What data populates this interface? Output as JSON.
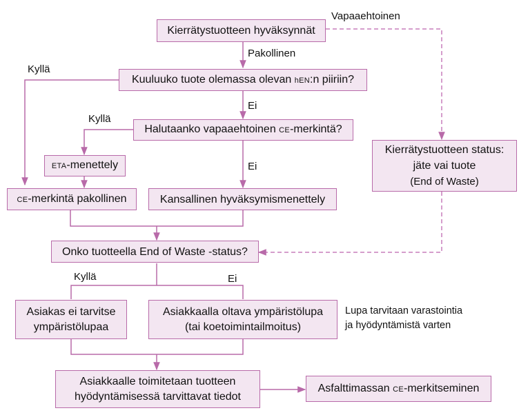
{
  "nodes": {
    "approvals": "Kierrätystuotteen hyväksynnät",
    "hen_q_pre": "Kuuluuko tuote olemassa olevan ",
    "hen_q_sc": "hEN",
    "hen_q_post": ":n piiriin?",
    "ce_q_pre": "Halutaanko vapaaehtoinen ",
    "ce_q_sc": "CE",
    "ce_q_post": "-merkintä?",
    "eta_sc": "ETA",
    "eta_post": "-menettely",
    "ce_req_sc": "CE",
    "ce_req_post": "-merkintä pakollinen",
    "national": "Kansallinen hyväksymismenettely",
    "status_l1": "Kierrätystuotteen status:",
    "status_l2": "jäte vai tuote",
    "status_l3": "(End of Waste)",
    "eow_q": "Onko tuotteella End of Waste -status?",
    "no_permit_l1": "Asiakas ei tarvitse",
    "no_permit_l2": "ympäristölupaa",
    "permit_l1": "Asiakkaalla oltava ympäristölupa",
    "permit_l2": "(tai koetoimintailmoitus)",
    "deliver_l1": "Asiakkaalle toimitetaan tuotteen",
    "deliver_l2": "hyödyntämisessä tarvittavat tiedot",
    "asphalt_pre": "Asfalttimassan ",
    "asphalt_sc": "CE",
    "asphalt_post": "-merkitseminen"
  },
  "labels": {
    "voluntary": "Vapaaehtoinen",
    "mandatory": "Pakollinen",
    "yes_1": "Kyllä",
    "no_1": "Ei",
    "yes_2": "Kyllä",
    "no_2": "Ei",
    "yes_3": "Kyllä",
    "no_3": "Ei"
  },
  "notes": {
    "permit_note_l1": "Lupa tarvitaan varastointia",
    "permit_note_l2": "ja hyödyntämistä varten"
  },
  "colors": {
    "box_fill": "#f3e6f1",
    "box_border": "#b86aa9",
    "connector": "#b86aa9",
    "dashed_connector": "#c77dbb"
  }
}
